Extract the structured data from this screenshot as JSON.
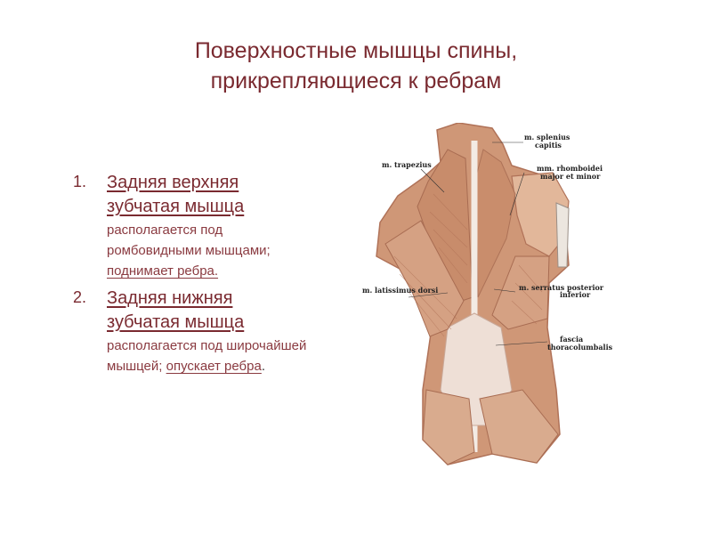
{
  "title": {
    "line1": "Поверхностные мышцы спины,",
    "line2": "прикрепляющиеся к ребрам"
  },
  "items": [
    {
      "number": "1.",
      "heading_line1": "Задняя верхняя",
      "heading_line2": "зубчатая мышца",
      "text_plain": "располагается под ромбовидными мышцами;",
      "text_underlined": "поднимает ребра.",
      "text_after": ""
    },
    {
      "number": "2.",
      "heading_line1": "Задняя нижняя",
      "heading_line2": "зубчатая мышца",
      "text_plain": "располагается под широчайшей мышцей;",
      "text_underlined": "опускает ребра",
      "text_after": "."
    }
  ],
  "figure_labels": {
    "splenius_1": "m. splenius",
    "splenius_2": "capitis",
    "trapezius": "m. trapezius",
    "rhomboidei_1": "mm. rhomboidei",
    "rhomboidei_2": "major et minor",
    "latissimus": "m. latissimus dorsi",
    "serratus_1": "m. serratus posterior",
    "serratus_2": "inferior",
    "fascia_1": "fascia",
    "fascia_2": "thoracolumbalis"
  },
  "colors": {
    "title": "#7a2a30",
    "muscle": "#cf9777",
    "muscle_light": "#e5bea3",
    "fascia": "#eedfd6"
  }
}
